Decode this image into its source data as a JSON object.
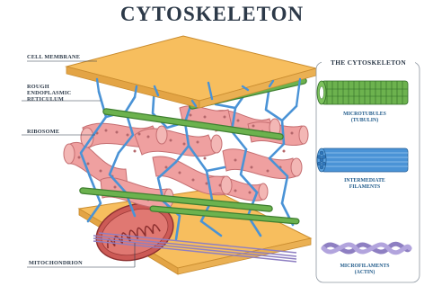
{
  "title": "CYTOSKELETON",
  "labels": {
    "cell_membrane": "CELL MEMBRANE",
    "rough_er": [
      "ROUGH",
      "ENDOPLASMIC",
      "RETICULUM"
    ],
    "ribosome": "RIBOSOME",
    "mitochondrion": "MITOCHONDRION"
  },
  "panel": {
    "title": "THE CYTOSKELETON",
    "microtubules": [
      "MICROTUBULES",
      "(TUBULIN)"
    ],
    "intermediate": [
      "INTERMEDIATE",
      "FILAMENTS"
    ],
    "microfilaments": [
      "MICROFILAMENTS",
      "(ACTIN)"
    ]
  },
  "colors": {
    "membrane": "#f7be5e",
    "membrane_edge": "#d89a36",
    "er": "#ef9f9f",
    "er_edge": "#c86f72",
    "mito": "#cc5a56",
    "microtubule": "#5aa044",
    "intermediate": "#4a93d6",
    "actin": "#8e7fc2",
    "label_text": "#2c3948",
    "panel_text": "#1f5a8a"
  }
}
